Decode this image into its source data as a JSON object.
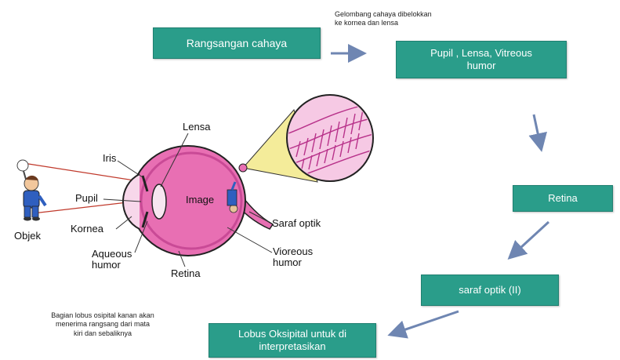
{
  "colors": {
    "box_fill": "#2a9d8a",
    "arrow": "#6f86b2",
    "eyeball": "#e76fb2",
    "eye_outline": "#222222",
    "zoom_fill": "#f0e68c",
    "retina_tissue": "#d94fa3",
    "ray": "#c0392b"
  },
  "flow": {
    "stimulus": "Rangsangan cahaya",
    "refract_note_line1": "Gelombang cahaya dibelokkan",
    "refract_note_line2": "ke kornea dan lensa",
    "media": "Pupil , Lensa, Vitreous humor",
    "retina": "Retina",
    "optic_nerve": "saraf optik (II)",
    "lobe": "Lobus Oksipital untuk di interpretasikan",
    "lobe_note_line1": "Bagian lobus osipital kanan akan",
    "lobe_note_line2": "menerima  rangsang dari mata",
    "lobe_note_line3": "kiri dan sebaliknya"
  },
  "eye_labels": {
    "lensa": "Lensa",
    "iris": "Iris",
    "pupil": "Pupil",
    "image": "Image",
    "objek": "Objek",
    "kornea": "Kornea",
    "aqueous1": "Aqueous",
    "aqueous2": "humor",
    "retina": "Retina",
    "saraf_optik": "Saraf optik",
    "vitreous1": "Vioreous",
    "vitreous2": "humor"
  },
  "icons": [
    "person-pointing-icon",
    "flow-arrow-icon"
  ]
}
